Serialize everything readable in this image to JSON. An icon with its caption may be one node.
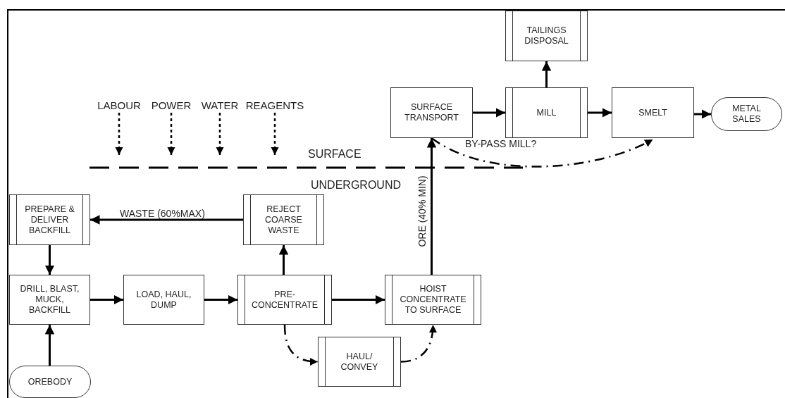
{
  "diagram": {
    "nodes": [
      {
        "text": [
          "TAILINGS DISPOSAL"
        ]
      },
      {
        "text": [
          "SURFACE TRANSPORT"
        ]
      },
      {
        "text": [
          "MILL"
        ]
      },
      {
        "text": [
          "SMELT"
        ]
      },
      {
        "text": [
          "METAL SALES"
        ]
      },
      {
        "text": [
          "LABOUR"
        ]
      },
      {
        "text": [
          "POWER"
        ]
      },
      {
        "text": [
          "WATER"
        ]
      },
      {
        "text": [
          "REAGENTS"
        ]
      },
      {
        "text": [
          "PREPARE & DELIVER BACKFILL"
        ]
      },
      {
        "text": [
          "REJECT COARSE WASTE"
        ]
      },
      {
        "text": [
          "DRILL, BLAST, MUCK, BACKFILL"
        ]
      },
      {
        "text": [
          "LOAD, HAUL, DUMP"
        ]
      },
      {
        "text": [
          "PRE-CONCENTRATE"
        ]
      },
      {
        "text": [
          "HOIST CONCENTRATE TO SURFACE"
        ]
      },
      {
        "text": [
          "HAUL/ CONVEY"
        ]
      },
      {
        "text": [
          "OREBODY"
        ]
      }
    ],
    "edges": [
      {
        "from": 1,
        "to": 2,
        "arrow": "to"
      },
      {
        "from": 2,
        "to": 3,
        "arrow": "to"
      },
      {
        "from": 3,
        "to": 4,
        "arrow": "to"
      },
      {
        "from": 2,
        "to": 0,
        "arrow": "to"
      },
      {
        "from": 1,
        "to": 3,
        "arrow": "to",
        "label": "BY-PASS MILL?",
        "style": "dashed"
      },
      {
        "from": 5,
        "to": null,
        "arrow": "to",
        "style": "dashed"
      },
      {
        "from": 6,
        "to": null,
        "arrow": "to",
        "style": "dashed"
      },
      {
        "from": 7,
        "to": null,
        "arrow": "to",
        "style": "dashed"
      },
      {
        "from": 8,
        "to": null,
        "arrow": "to",
        "style": "dashed"
      },
      {
        "from": 10,
        "to": 9,
        "arrow": "to",
        "label": "WASTE (60%MAX)"
      },
      {
        "from": 9,
        "to": 11,
        "arrow": "to"
      },
      {
        "from": 16,
        "to": 11,
        "arrow": "to"
      },
      {
        "from": 11,
        "to": 12,
        "arrow": "to"
      },
      {
        "from": 12,
        "to": 13,
        "arrow": "to"
      },
      {
        "from": 13,
        "to": 10,
        "arrow": "to"
      },
      {
        "from": 13,
        "to": 14,
        "arrow": "to"
      },
      {
        "from": 14,
        "to": 1,
        "arrow": "to",
        "label": "ORE (40% MIN)"
      },
      {
        "from": 13,
        "to": 15,
        "arrow": "to",
        "style": "dashed"
      },
      {
        "from": 15,
        "to": 14,
        "arrow": "to",
        "style": "dashed"
      }
    ],
    "labels": [
      "SURFACE",
      "UNDERGROUND"
    ]
  }
}
